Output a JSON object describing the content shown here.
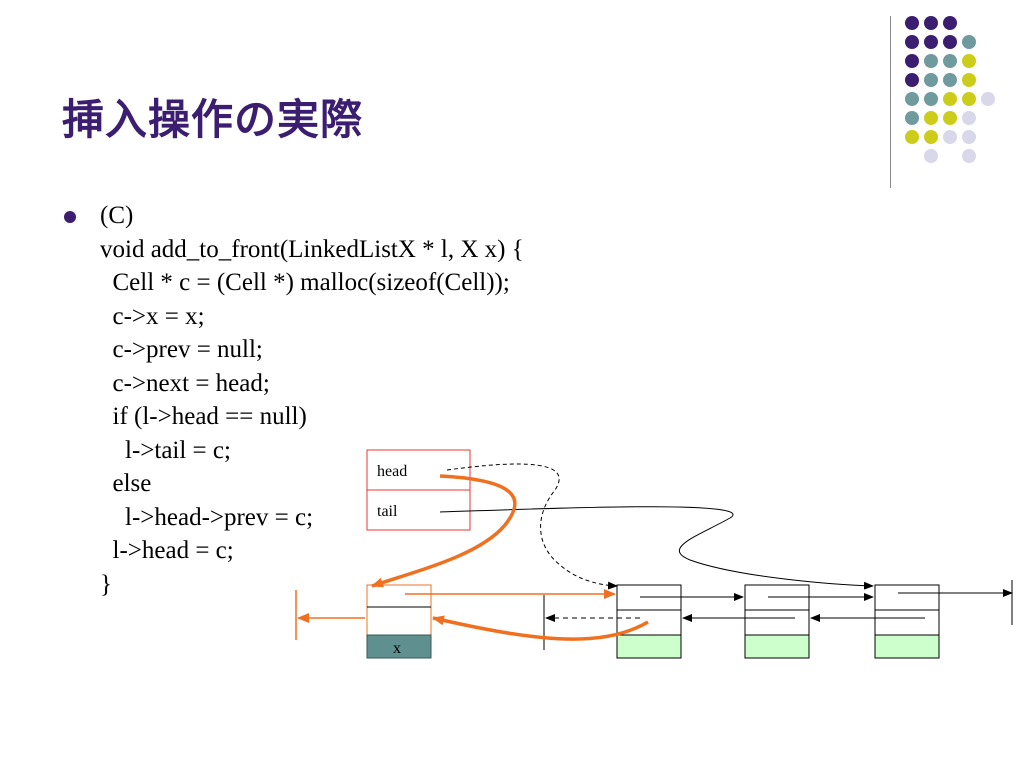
{
  "slide": {
    "title": "挿入操作の実際",
    "code_lines": [
      "(C)",
      "void add_to_front(LinkedListX * l, X x) {",
      "  Cell * c = (Cell *) malloc(sizeof(Cell));",
      "  c->x = x;",
      "  c->prev = null;",
      "  c->next = head;",
      "  if (l->head == null)",
      "    l->tail = c;",
      "  else",
      "    l->head->prev = c;",
      "  l->head = c;",
      "}"
    ]
  },
  "diagram": {
    "list_head_label": "head",
    "list_tail_label": "tail",
    "new_cell_value": "x"
  },
  "colors": {
    "title": "#3c1e70",
    "dot_purple": "#3c1e70",
    "dot_teal": "#6f9a9e",
    "dot_yellow": "#cccc1a",
    "dot_lavender": "#d8d8ea",
    "orange": "#f07020",
    "cell_green": "#ccffcc",
    "new_cell_teal": "#5f8f8f",
    "box_red": "#ee3333"
  }
}
